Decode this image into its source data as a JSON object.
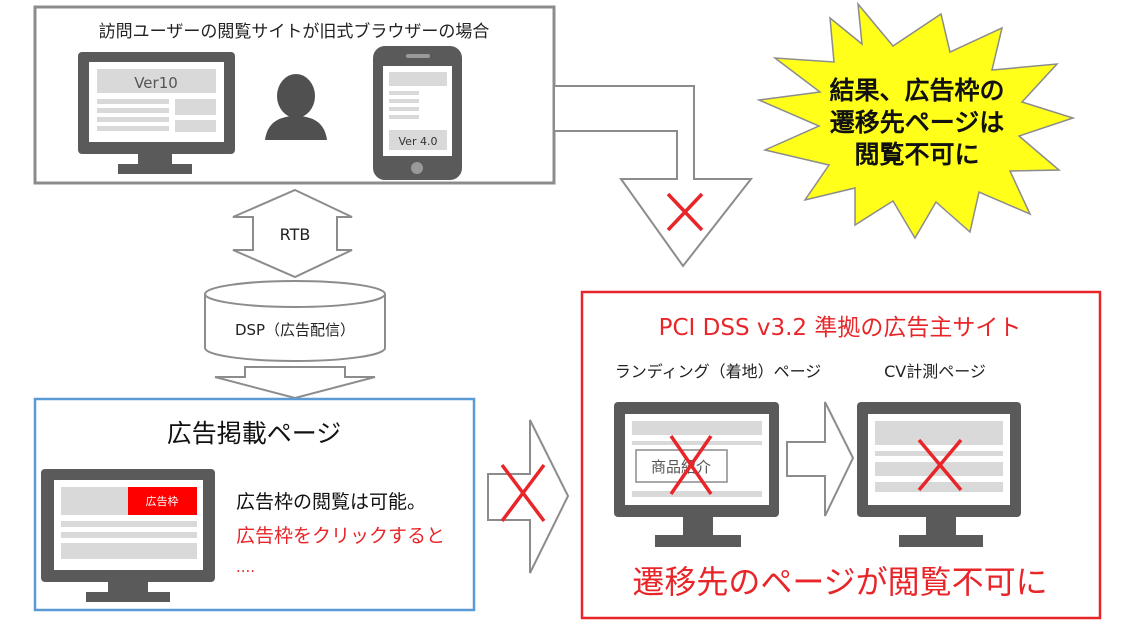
{
  "top_box": {
    "title": "訪問ユーザーの閲覧サイトが旧式ブラウザーの場合",
    "desktop_version": "Ver10",
    "mobile_version": "Ver 4.0"
  },
  "burst": {
    "lines": [
      "結果、広告枠の",
      "遷移先ページは",
      "閲覧不可に"
    ]
  },
  "rtb_label": "RTB",
  "dsp_label": "DSP（広告配信）",
  "ad_page": {
    "title": "広告掲載ページ",
    "ad_slot_label": "広告枠",
    "text_line1": "広告枠の閲覧は可能。",
    "text_line2": "広告枠をクリックすると",
    "text_line3": "...."
  },
  "advertiser": {
    "title": "PCI DSS v3.2 準拠の広告主サイト",
    "landing_label": "ランディング（着地）ページ",
    "cv_label": "CV計測ページ",
    "product_label": "商品紹介",
    "bottom_text": "遷移先のページが閲覧不可に"
  },
  "colors": {
    "red": "#e8262a",
    "blue_border": "#5b9bd5",
    "gray_border": "#8c8c8c",
    "monitor": "#5a5a5a",
    "burst_fill": "#ffff1a"
  }
}
